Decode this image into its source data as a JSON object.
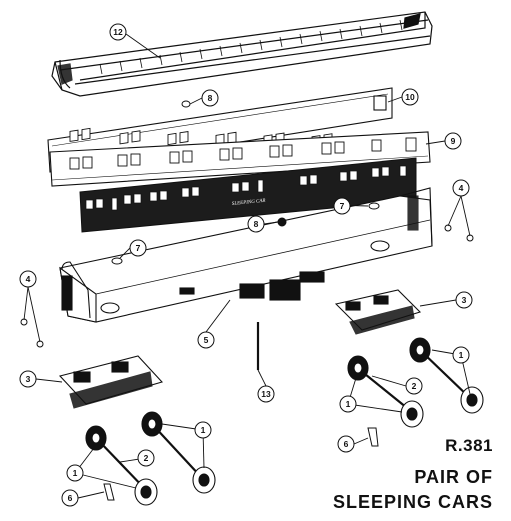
{
  "diagram": {
    "model_number": "R.381",
    "title_line_1": "PAIR OF",
    "title_line_2": "SLEEPING CARS",
    "side_lettering": "SLEEPING CAR",
    "callouts": [
      "12",
      "8",
      "10",
      "9",
      "7",
      "4",
      "8",
      "7",
      "4",
      "5",
      "3",
      "1",
      "2",
      "1",
      "3",
      "13",
      "1",
      "2",
      "1",
      "6",
      "6"
    ]
  },
  "colors": {
    "ink": "#111111",
    "paper": "#ffffff",
    "side_dark": "#1c1c1c"
  }
}
